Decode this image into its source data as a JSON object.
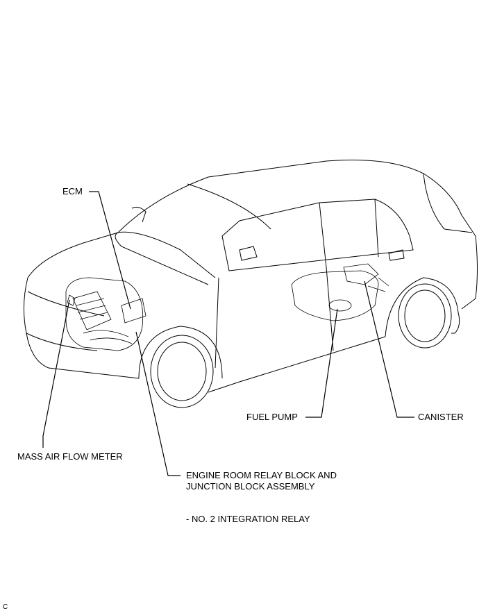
{
  "labels": {
    "ecm": "ECM",
    "maf": "MASS AIR FLOW METER",
    "relay_block_line1": "ENGINE ROOM RELAY BLOCK AND",
    "relay_block_line2": "JUNCTION BLOCK ASSEMBLY",
    "integration_relay": "- NO. 2 INTEGRATION RELAY",
    "fuel_pump": "FUEL PUMP",
    "canister": "CANISTER"
  },
  "figure_code": "C"
}
